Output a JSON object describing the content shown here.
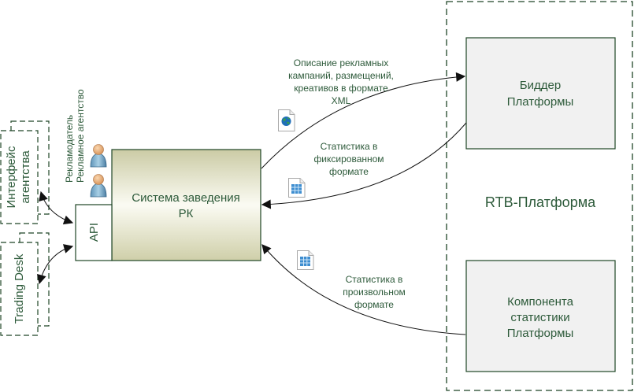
{
  "colors": {
    "text": "#2d5a3a",
    "border": "#1f4526",
    "platform_box_fill": "#f1f1f1",
    "system_gradient_top": "#cfcfaa",
    "system_gradient_mid": "#fbfbf4",
    "system_gradient_bottom": "#d2d2ad",
    "connector": "#1a1a1a"
  },
  "left_clients": {
    "agency_interface": {
      "lines": [
        "Интерфейс",
        "агентства"
      ]
    },
    "trading_desk": {
      "label": "Trading Desk"
    }
  },
  "actors": {
    "advertiser": "Рекламодатель",
    "agency": "Рекламное агентство",
    "icon": "user-icon"
  },
  "api": {
    "label": "API"
  },
  "system": {
    "lines": [
      "Система заведения",
      "РК"
    ]
  },
  "rtb_platform": {
    "label": "RTB-Платформа",
    "bidder": {
      "lines": [
        "Биддер",
        "Платформы"
      ]
    },
    "stats_component": {
      "lines": [
        "Компонента",
        "статистики",
        "Платформы"
      ]
    }
  },
  "flows": [
    {
      "id": "xml-description",
      "direction": "system-to-bidder",
      "lines": [
        "Описание рекламных",
        "кампаний, размещений,",
        "креативов в формате",
        "XML"
      ],
      "icon": "xml-globe-document-icon"
    },
    {
      "id": "fixed-stats",
      "direction": "bidder-to-system",
      "lines": [
        "Статистика в",
        "фиксированном",
        "формате"
      ],
      "icon": "spreadsheet-document-icon"
    },
    {
      "id": "free-stats",
      "direction": "stats-to-system",
      "lines": [
        "Статистика в",
        "произвольном",
        "формате"
      ],
      "icon": "spreadsheet-document-icon"
    }
  ]
}
